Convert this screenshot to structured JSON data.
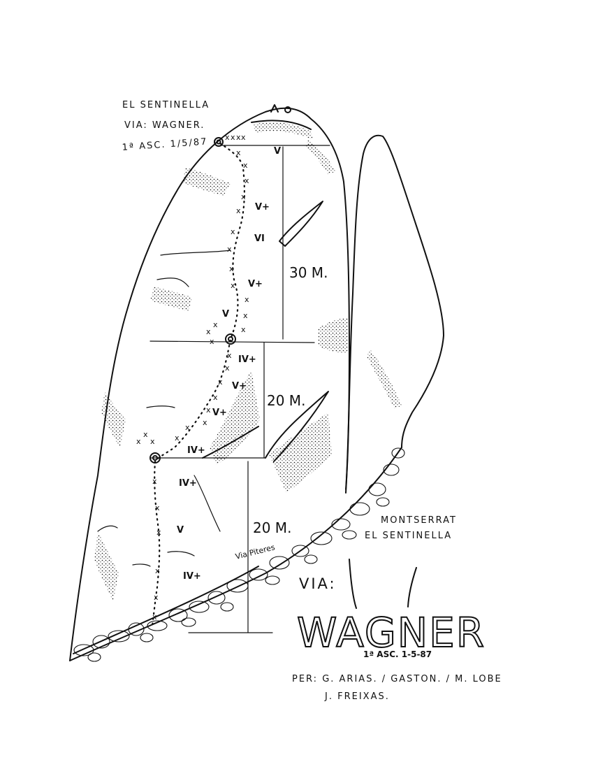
{
  "header": {
    "line1": "EL SENTINELLA",
    "line2": "VIA: WAGNER.",
    "line3": "1ª ASC. 1/5/87"
  },
  "location": {
    "line1": "MONTSERRAT",
    "line2": "EL SENTINELLA"
  },
  "route": {
    "via_label": "VIA:",
    "name": "WAGNER",
    "first_ascent": "1ª ASC. 1-5-87",
    "authors_line1": "PER: G. ARIAS. / GASTON. / M. LOBE",
    "authors_line2": "J. FREIXAS."
  },
  "pitches": [
    {
      "length": "30 M.",
      "grades": [
        "V",
        "V+",
        "VI",
        "V+",
        "V"
      ]
    },
    {
      "length": "20 M.",
      "grades": [
        "IV+",
        "V+",
        "V+"
      ]
    },
    {
      "length": "20 M.",
      "grades": [
        "IV+",
        "IV+",
        "V",
        "IV+"
      ]
    }
  ],
  "approach_note": "Via Piteres",
  "colors": {
    "ink": "#111111",
    "paper": "#ffffff"
  }
}
